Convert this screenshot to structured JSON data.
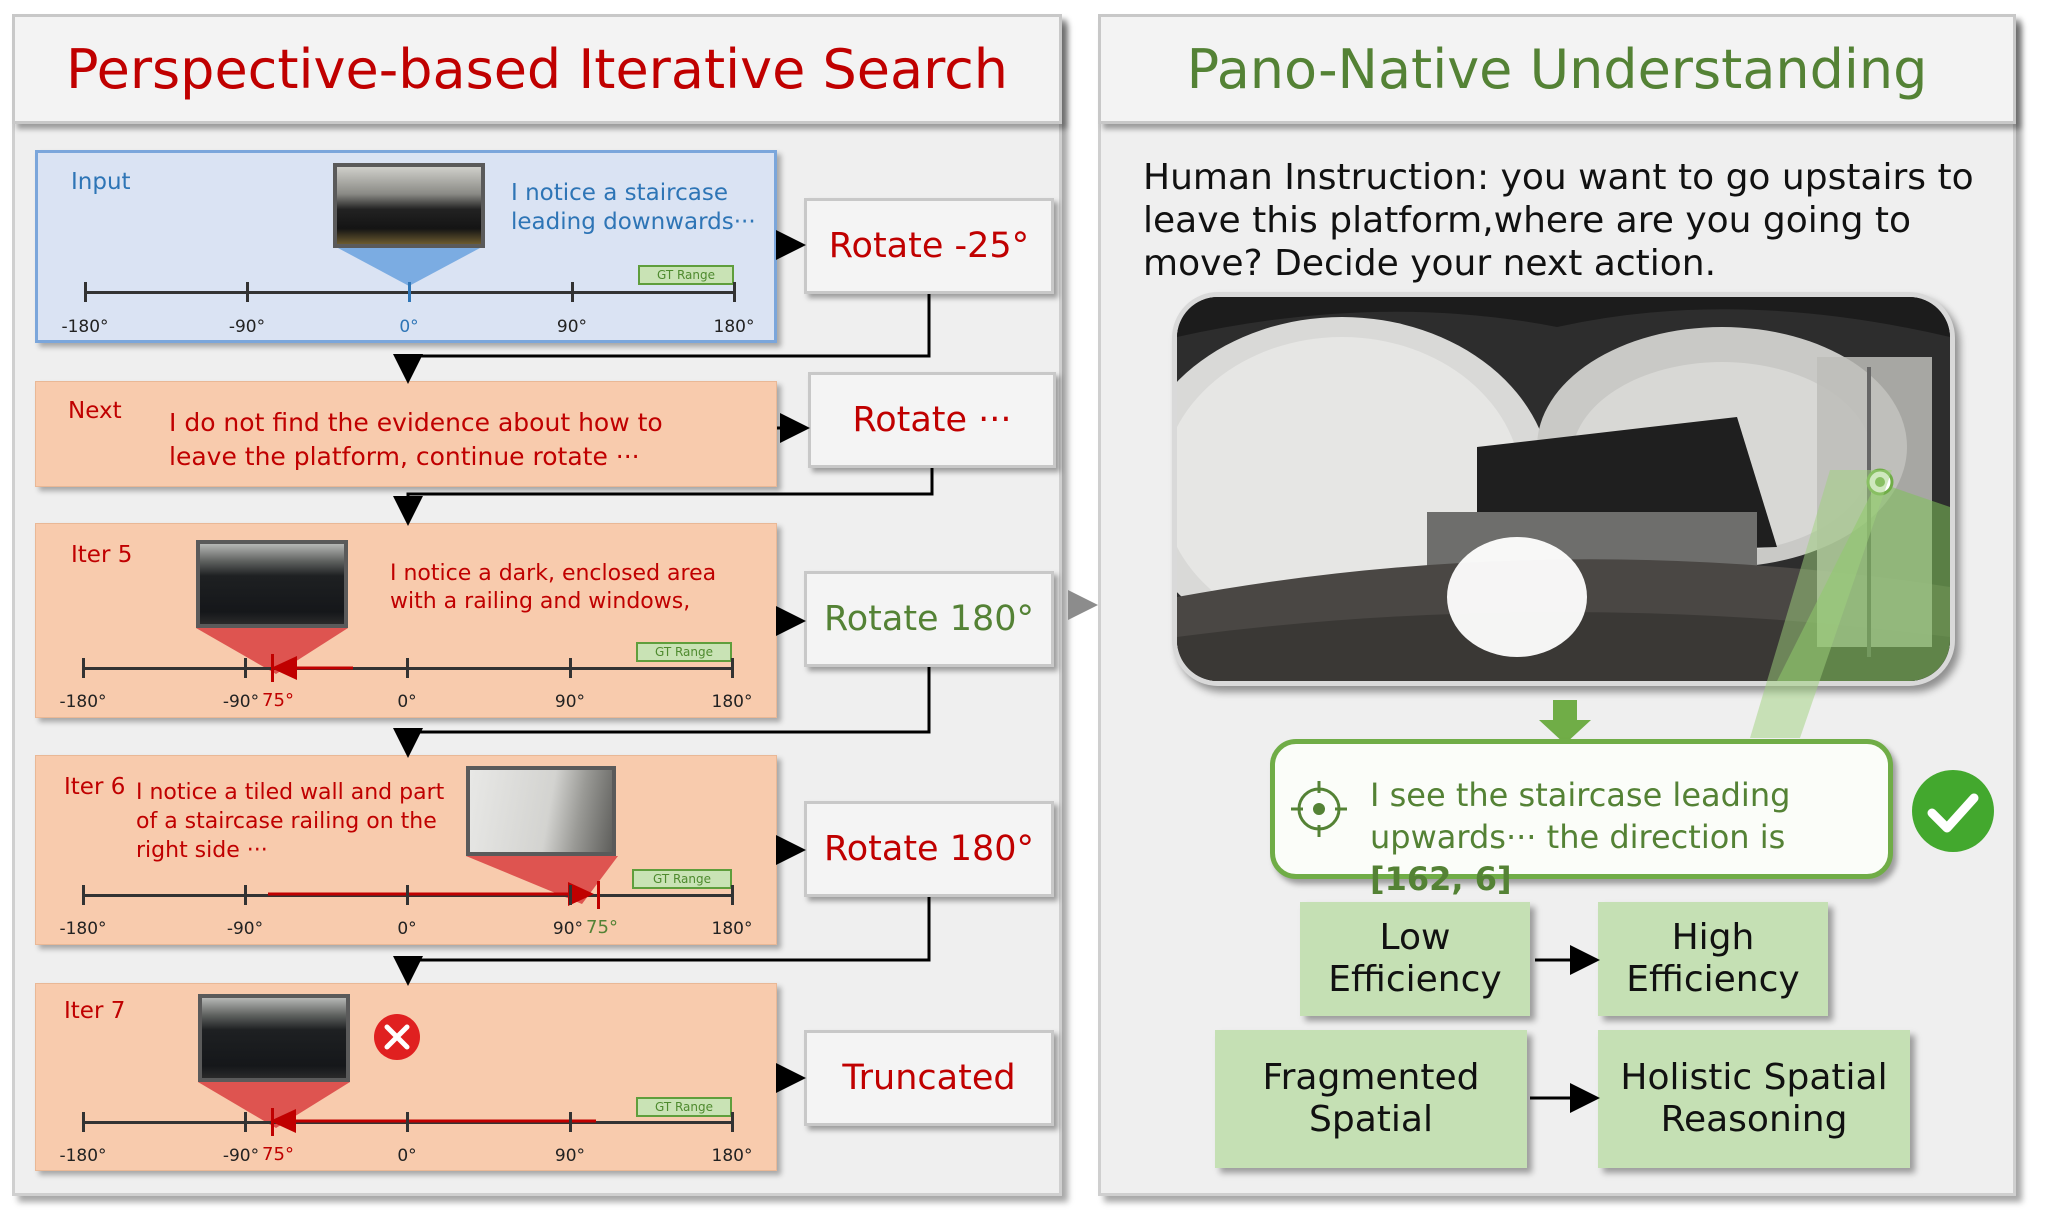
{
  "left": {
    "title": "Perspective-based Iterative Search",
    "steps": [
      {
        "label": "Input",
        "text": "I notice a staircase\nleading downwards···",
        "action": "Rotate -25°"
      },
      {
        "label": "Next",
        "text": "I do not find the evidence about how to\nleave the platform, continue rotate ···",
        "action": "Rotate ···"
      },
      {
        "label": "Iter 5",
        "text": "I notice a dark, enclosed area\nwith a railing and windows,",
        "action": "Rotate 180°",
        "marker": "75°"
      },
      {
        "label": "Iter 6",
        "text": "I notice a tiled wall and part\nof a staircase railing on the\nright side ···",
        "action": "Rotate 180°",
        "marker": "75°"
      },
      {
        "label": "Iter 7",
        "action": "Truncated",
        "marker": "75°"
      }
    ],
    "ticks": [
      "-180°",
      "-90°",
      "0°",
      "90°",
      "180°"
    ],
    "gt_range": "GT Range"
  },
  "right": {
    "title": "Pano-Native Understanding",
    "instruction": "Human Instruction: you want to go upstairs to leave this platform,where are you going to move? Decide your next action.",
    "answer_prefix": "I see the staircase leading upwards··· the direction is ",
    "answer_coords": "[162, 6]",
    "comparisons": [
      {
        "from": "Low\nEfficiency",
        "to": "High\nEfficiency"
      },
      {
        "from": "Fragmented\nSpatial",
        "to": "Holistic Spatial\nReasoning"
      }
    ]
  },
  "colors": {
    "red": "#c00000",
    "green": "#548235",
    "blue": "#2e75b6"
  },
  "icons": [
    "cross-icon",
    "check-icon",
    "target-icon",
    "arrow-right-icon",
    "arrow-down-icon"
  ]
}
